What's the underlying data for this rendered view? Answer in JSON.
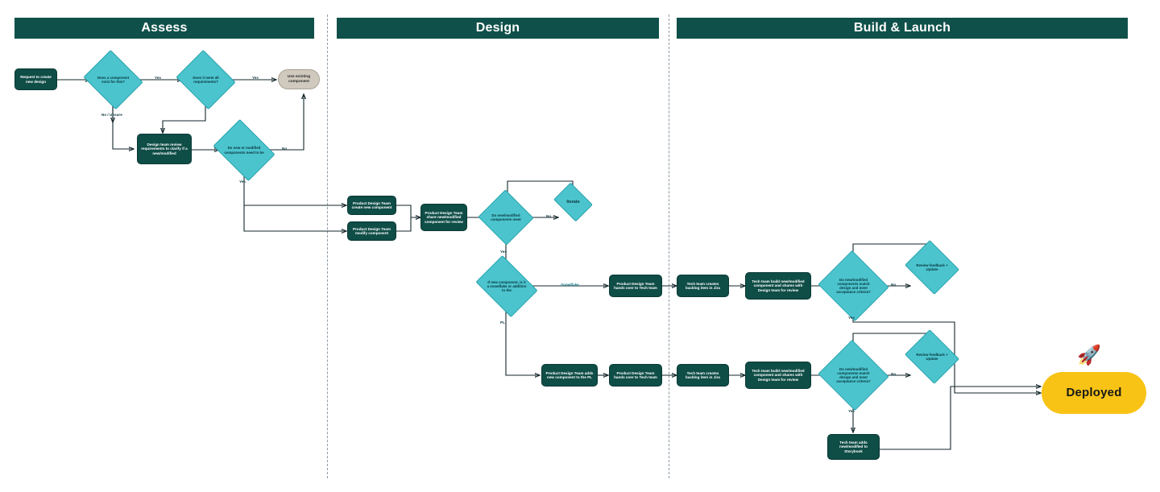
{
  "lanes": [
    {
      "id": "assess",
      "title": "Assess"
    },
    {
      "id": "design",
      "title": "Design"
    },
    {
      "id": "build",
      "title": "Build & Launch"
    }
  ],
  "nodes": {
    "request_new_design": {
      "label": "Request to create new design",
      "type": "process",
      "lane": "assess"
    },
    "component_exists": {
      "label": "Does a component exist for this?",
      "type": "decision",
      "lane": "assess"
    },
    "meets_requirements": {
      "label": "Does it meet all requirements?",
      "type": "decision",
      "lane": "assess"
    },
    "use_existing": {
      "label": "Use existing component",
      "type": "terminator",
      "lane": "assess"
    },
    "design_team_review_reqs": {
      "label": "Design team review requirements to clarify if a new/modified",
      "type": "process",
      "lane": "assess"
    },
    "new_or_modified_needed": {
      "label": "Do new or modified components need to be",
      "type": "decision",
      "lane": "assess"
    },
    "create_new_component": {
      "label": "Product Design Team create new component",
      "type": "process",
      "lane": "design"
    },
    "modify_component": {
      "label": "Product Design Team modify component",
      "type": "process",
      "lane": "design"
    },
    "share_for_review": {
      "label": "Product Design Team share new/modified component for review",
      "type": "process",
      "lane": "design"
    },
    "components_meet": {
      "label": "Do new/modified components meet",
      "type": "decision",
      "lane": "design"
    },
    "iterate": {
      "label": "Iterate",
      "type": "decision",
      "lane": "design"
    },
    "snowflake_or_addition": {
      "label": "If new component, is it a snowflake or addition to the",
      "type": "decision",
      "lane": "design"
    },
    "handover_tech_top": {
      "label": "Product Design Team hands over to Tech team",
      "type": "process",
      "lane": "design"
    },
    "add_component_pl": {
      "label": "Product Design Team adds new component to the PL",
      "type": "process",
      "lane": "design"
    },
    "handover_tech_bottom": {
      "label": "Product Design Team hands over to Tech team",
      "type": "process",
      "lane": "design"
    },
    "backlog_jira_top": {
      "label": "Tech team creates backlog item in Jira",
      "type": "process",
      "lane": "build"
    },
    "tech_build_top": {
      "label": "Tech team build new/modified component and shares with Design team for review",
      "type": "process",
      "lane": "build"
    },
    "match_design_top": {
      "label": "Do new/modified components match design and meet acceptance criteria?",
      "type": "decision",
      "lane": "build"
    },
    "review_feedback_top": {
      "label": "Review feedback + Update",
      "type": "decision",
      "lane": "build"
    },
    "backlog_jira_bottom": {
      "label": "Tech team creates backlog item in Jira",
      "type": "process",
      "lane": "build"
    },
    "tech_build_bottom": {
      "label": "Tech team build new/modified component and shares with Design team for review",
      "type": "process",
      "lane": "build"
    },
    "match_design_bottom": {
      "label": "Do new/modified components match design and meet acceptance criteria?",
      "type": "decision",
      "lane": "build"
    },
    "review_feedback_bottom": {
      "label": "Review feedback + Update",
      "type": "decision",
      "lane": "build"
    },
    "storybook": {
      "label": "Tech team adds new/modified to Storybook",
      "type": "process",
      "lane": "build"
    },
    "deployed": {
      "label": "Deployed",
      "type": "terminator",
      "lane": "build"
    }
  },
  "edge_labels": {
    "exists_yes": "Yes",
    "exists_no_unsure": "No / Unsure",
    "meets_yes": "Yes",
    "need_yes": "Yes",
    "need_no": "No",
    "meet_no": "No",
    "meet_yes": "Yes",
    "snowflake": "Snowflake",
    "pl": "PL",
    "match_no_top": "No",
    "match_yes_top": "Yes",
    "match_no_bottom": "No",
    "match_yes_bottom": "Yes"
  },
  "icons": {
    "rocket": "rocket-icon",
    "rocket_glyph": "🚀"
  },
  "colors": {
    "lane_header": "#10504A",
    "process": "#0F4D47",
    "decision": "#4CC4CE",
    "terminator": "#CFC9BE",
    "deployed": "#F8C315",
    "connector": "#13262B",
    "snowflake_label": "#1D7F8C"
  }
}
